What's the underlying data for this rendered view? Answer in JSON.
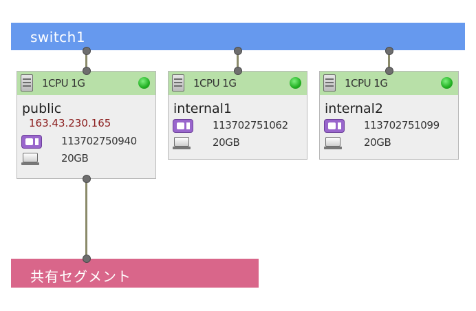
{
  "switch": {
    "label": "switch1",
    "color": "#6699ee"
  },
  "segment": {
    "label": "共有セグメント",
    "color": "#d9668a"
  },
  "servers": [
    {
      "spec": "1CPU 1G",
      "status": "running",
      "name": "public",
      "ip": "163.43.230.165",
      "id": "113702750940",
      "disk": "20GB"
    },
    {
      "spec": "1CPU 1G",
      "status": "running",
      "name": "internal1",
      "id": "113702751062",
      "disk": "20GB"
    },
    {
      "spec": "1CPU 1G",
      "status": "running",
      "name": "internal2",
      "id": "113702751099",
      "disk": "20GB"
    }
  ]
}
